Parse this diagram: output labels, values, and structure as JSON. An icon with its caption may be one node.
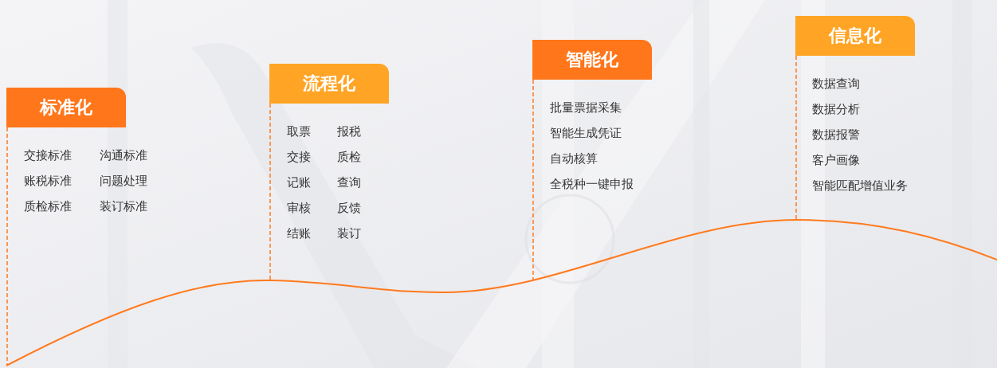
{
  "diagram": {
    "nodes": [
      {
        "text": [
          "标准化"
        ],
        "beside": [
          "交接标准",
          "沟通标准",
          "账税标准",
          "问题处理",
          "质检标准",
          "装订标准"
        ]
      },
      {
        "text": [
          "流程化"
        ],
        "beside": [
          "取票",
          "报税",
          "交接",
          "质检",
          "记账",
          "查询",
          "审核",
          "反馈",
          "结账",
          "装订"
        ]
      },
      {
        "text": [
          "智能化"
        ],
        "beside": [
          "批量票据采集",
          "智能生成凭证",
          "自动核算",
          "全税种一键申报"
        ]
      },
      {
        "text": [
          "信息化"
        ],
        "beside": [
          "数据查询",
          "数据分析",
          "数据报警",
          "客户画像",
          "智能匹配增值业务"
        ]
      }
    ],
    "edges": [
      {
        "from": 0,
        "to": null,
        "arrow": "none",
        "style": "dashed"
      },
      {
        "from": 1,
        "to": null,
        "arrow": "none",
        "style": "dashed"
      },
      {
        "from": 2,
        "to": null,
        "arrow": "none",
        "style": "dashed"
      },
      {
        "from": 3,
        "to": null,
        "arrow": "none",
        "style": "dashed"
      }
    ]
  }
}
